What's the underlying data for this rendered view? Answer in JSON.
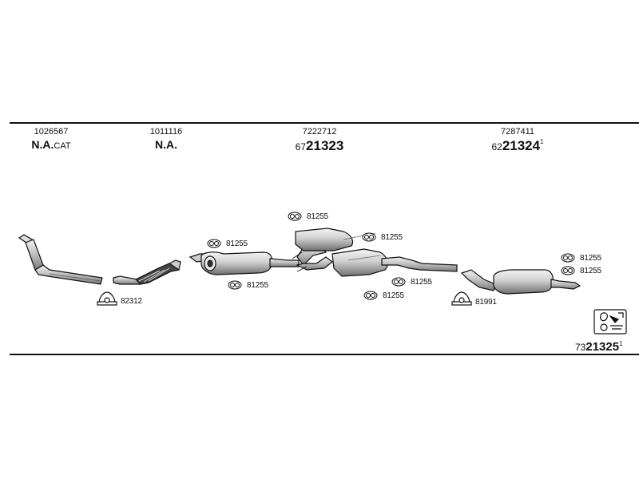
{
  "sections": [
    {
      "part_no": "1026567",
      "label_main": "N.A.",
      "label_suffix": "CAT",
      "label_prefix": "",
      "label_sup": ""
    },
    {
      "part_no": "1011116",
      "label_main": "N.A.",
      "label_suffix": "",
      "label_prefix": "",
      "label_sup": ""
    },
    {
      "part_no": "7222712",
      "label_main": "21323",
      "label_suffix": "",
      "label_prefix": "67",
      "label_sup": ""
    },
    {
      "part_no": "7287411",
      "label_main": "21324",
      "label_suffix": "",
      "label_prefix": "62",
      "label_sup": "1"
    }
  ],
  "callouts": {
    "clamp_front": "82312",
    "gasket_a": "81255",
    "gasket_b": "81255",
    "gasket_c": "81255",
    "gasket_d": "81255",
    "gasket_e": "81255",
    "gasket_f": "81255",
    "clamp_rear": "81991",
    "gasket_g": "81255",
    "gasket_h": "81255"
  },
  "footer": {
    "prefix": "73",
    "main": "21325",
    "sup": "1"
  },
  "icons": [
    "gasket-icon",
    "clamp-icon",
    "mounting-kit-icon"
  ],
  "colors": {
    "line": "#111111",
    "part_fill": "#cfcfcf",
    "part_shade": "#8a8a8a"
  }
}
